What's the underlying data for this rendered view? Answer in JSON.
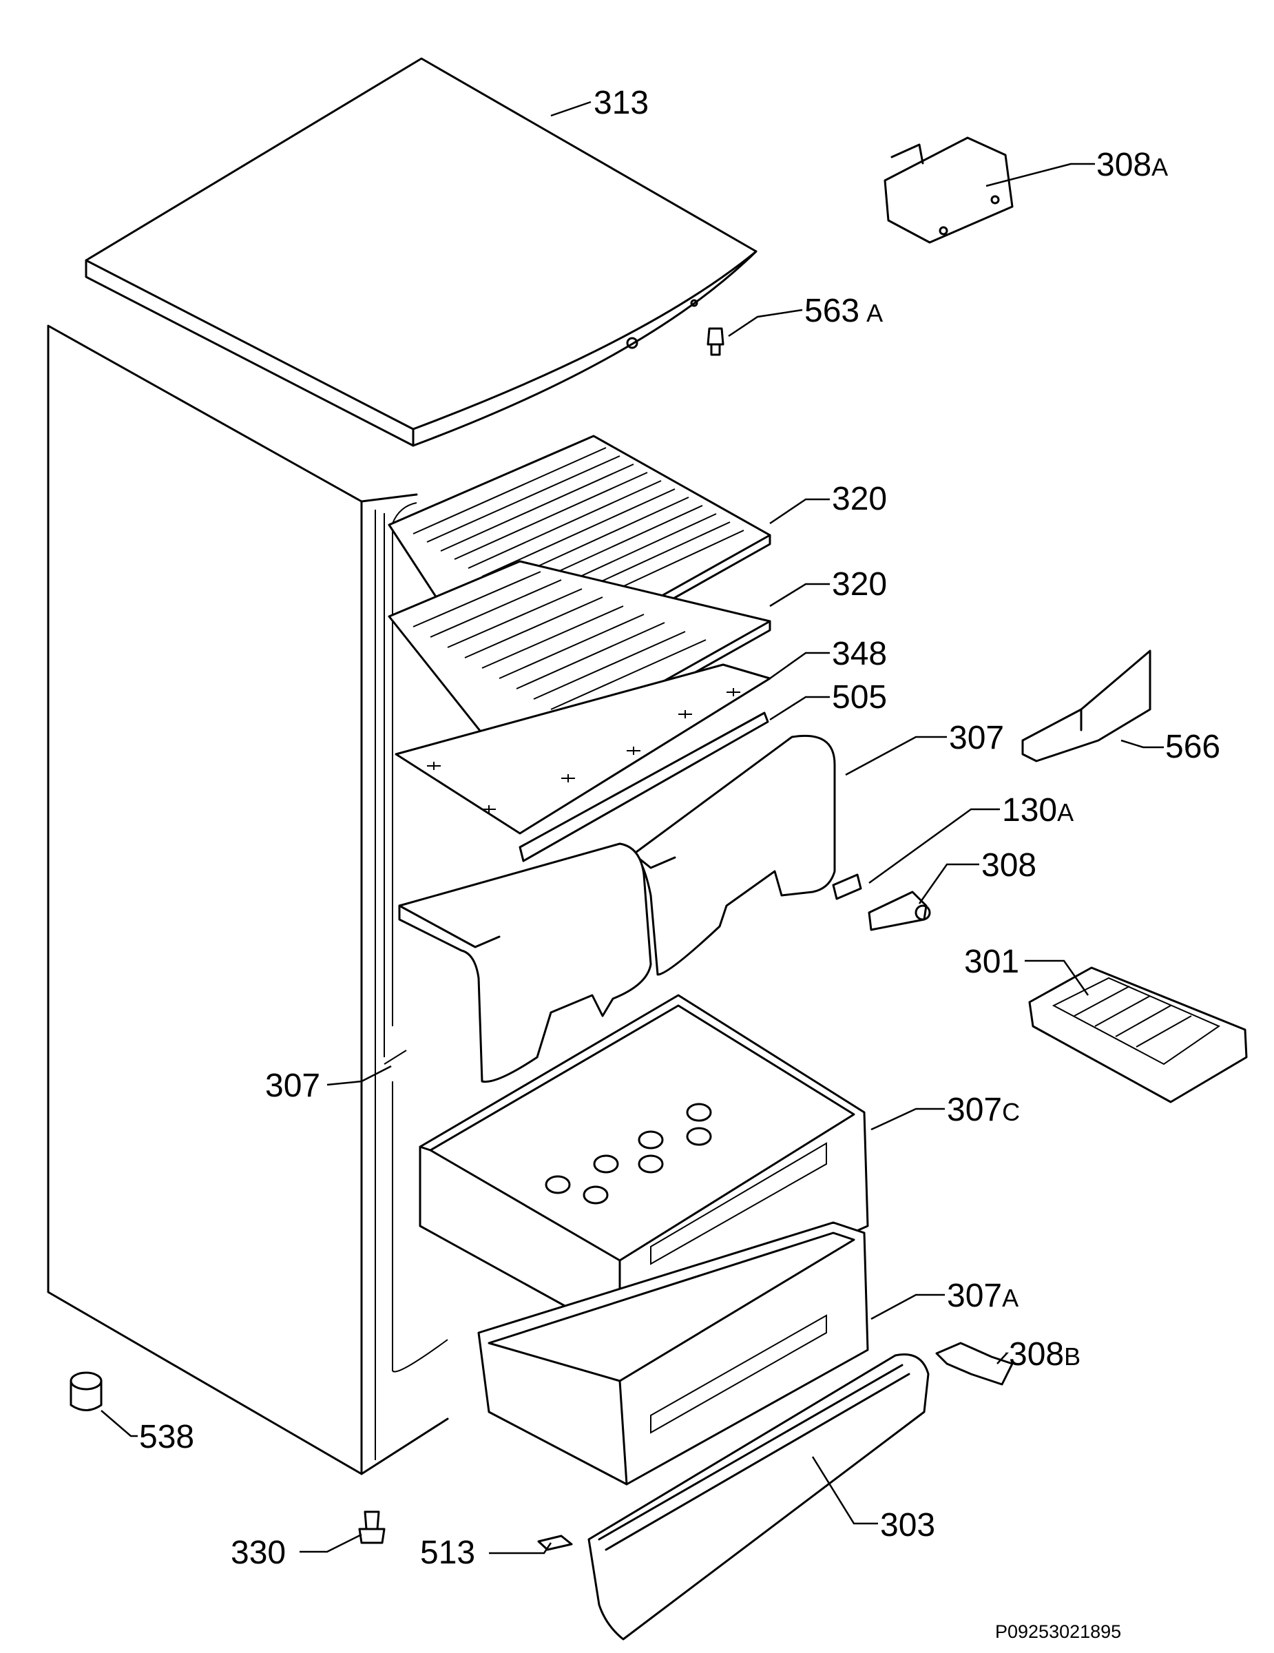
{
  "labels": {
    "l313": {
      "num": "313",
      "suf": ""
    },
    "l308a": {
      "num": "308",
      "suf": "A"
    },
    "l563a": {
      "num": "563",
      "suf": "A"
    },
    "l320a": {
      "num": "320",
      "suf": ""
    },
    "l320b": {
      "num": "320",
      "suf": ""
    },
    "l348": {
      "num": "348",
      "suf": ""
    },
    "l505": {
      "num": "505",
      "suf": ""
    },
    "l307top": {
      "num": "307",
      "suf": ""
    },
    "l566": {
      "num": "566",
      "suf": ""
    },
    "l130a": {
      "num": "130",
      "suf": "A"
    },
    "l308": {
      "num": "308",
      "suf": ""
    },
    "l301": {
      "num": "301",
      "suf": ""
    },
    "l307left": {
      "num": "307",
      "suf": ""
    },
    "l307c": {
      "num": "307",
      "suf": "C"
    },
    "l307a": {
      "num": "307",
      "suf": "A"
    },
    "l308b": {
      "num": "308",
      "suf": "B"
    },
    "l538": {
      "num": "538",
      "suf": ""
    },
    "l303": {
      "num": "303",
      "suf": ""
    },
    "l513": {
      "num": "513",
      "suf": ""
    },
    "l330": {
      "num": "330",
      "suf": ""
    }
  },
  "drawing_code": "P09253021895"
}
